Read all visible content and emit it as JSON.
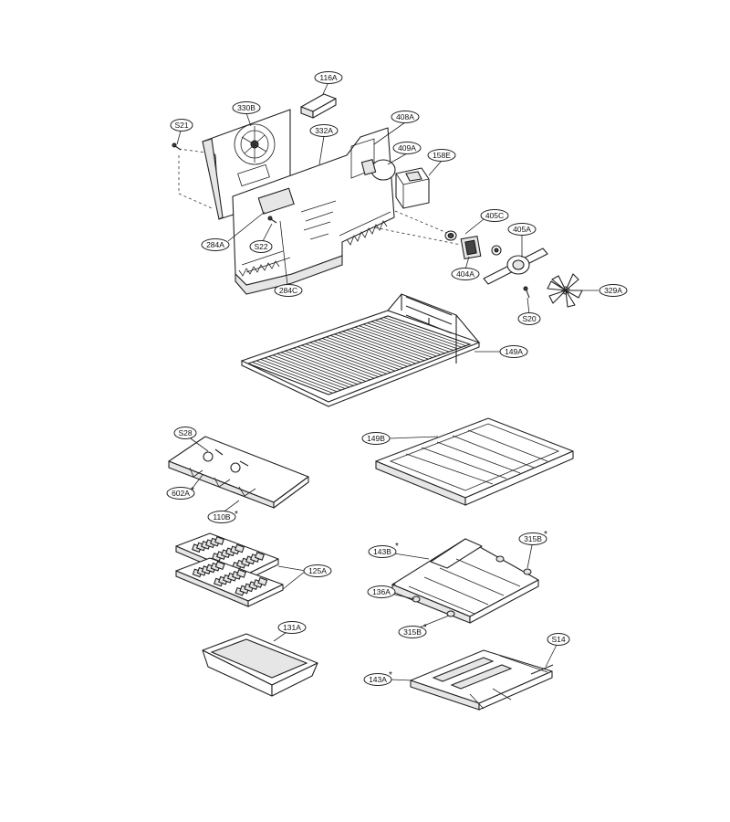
{
  "asterisk": "*",
  "callouts": [
    {
      "id": "c116a",
      "label": "116A"
    },
    {
      "id": "c330b",
      "label": "330B"
    },
    {
      "id": "c408a",
      "label": "408A"
    },
    {
      "id": "c332a",
      "label": "332A"
    },
    {
      "id": "cs21",
      "label": "S21"
    },
    {
      "id": "c409a",
      "label": "409A"
    },
    {
      "id": "c158e",
      "label": "158E"
    },
    {
      "id": "c405c",
      "label": "405C"
    },
    {
      "id": "c405a",
      "label": "405A"
    },
    {
      "id": "c284a",
      "label": "284A"
    },
    {
      "id": "cs22",
      "label": "S22"
    },
    {
      "id": "c404a",
      "label": "404A"
    },
    {
      "id": "c284c",
      "label": "284C"
    },
    {
      "id": "c329a",
      "label": "329A"
    },
    {
      "id": "cs20",
      "label": "S20"
    },
    {
      "id": "c149a",
      "label": "149A"
    },
    {
      "id": "cs28",
      "label": "S28"
    },
    {
      "id": "c149b",
      "label": "149B"
    },
    {
      "id": "c602a",
      "label": "602A"
    },
    {
      "id": "c110b",
      "label": "110B"
    },
    {
      "id": "c315b1",
      "label": "315B"
    },
    {
      "id": "c143b",
      "label": "143B"
    },
    {
      "id": "c125a",
      "label": "125A"
    },
    {
      "id": "c136a",
      "label": "136A"
    },
    {
      "id": "c315b2",
      "label": "315B"
    },
    {
      "id": "c131a",
      "label": "131A"
    },
    {
      "id": "cs14",
      "label": "S14"
    },
    {
      "id": "c143a",
      "label": "143A"
    }
  ]
}
